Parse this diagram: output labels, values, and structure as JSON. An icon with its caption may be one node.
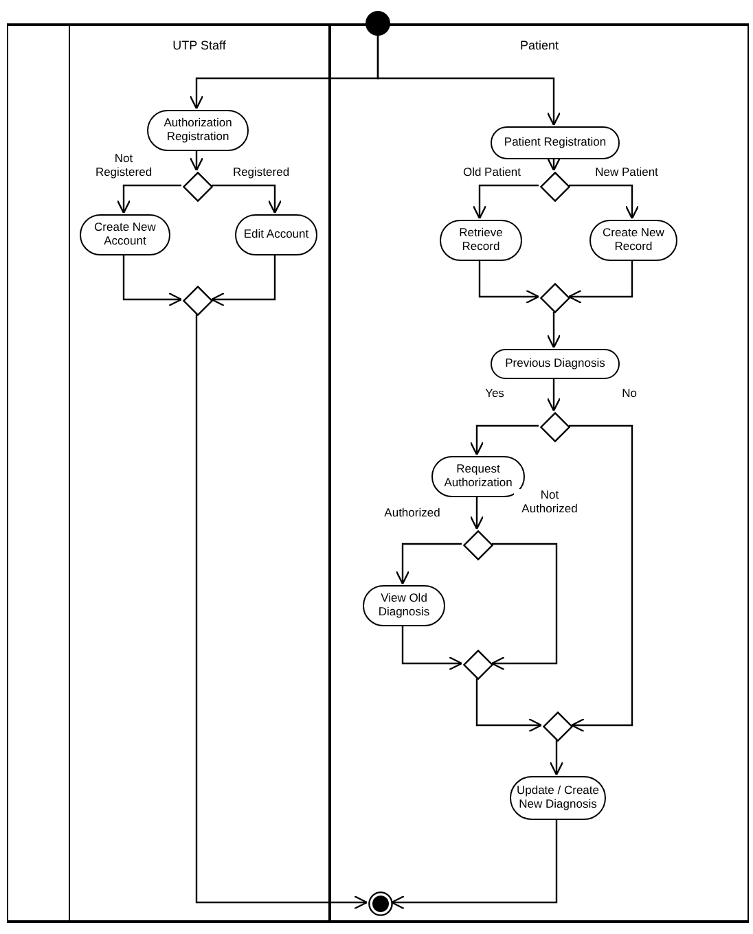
{
  "diagram": {
    "nodes": [
      {
        "text": [
          "UTP Staff"
        ]
      },
      {
        "text": [
          "Patient"
        ]
      },
      {
        "text": [],
        "shape": "circle"
      },
      {
        "text": [
          "Authorization Registration"
        ],
        "in": 0
      },
      {
        "text": [],
        "shape": "diamond",
        "in": 0
      },
      {
        "text": [
          "Create New Account"
        ],
        "in": 0
      },
      {
        "text": [
          "Edit Account"
        ],
        "in": 0
      },
      {
        "text": [],
        "shape": "diamond",
        "in": 0
      },
      {
        "text": [
          "Patient Registration"
        ],
        "in": 1
      },
      {
        "text": [],
        "shape": "diamond",
        "in": 1
      },
      {
        "text": [
          "Retrieve Record"
        ],
        "in": 1
      },
      {
        "text": [
          "Create New Record"
        ],
        "in": 1
      },
      {
        "text": [],
        "shape": "diamond",
        "in": 1
      },
      {
        "text": [
          "Previous Diagnosis"
        ],
        "in": 1
      },
      {
        "text": [],
        "shape": "diamond",
        "in": 1
      },
      {
        "text": [
          "Request Authorization"
        ],
        "in": 1
      },
      {
        "text": [],
        "shape": "diamond",
        "in": 1
      },
      {
        "text": [
          "View Old Diagnosis"
        ],
        "in": 1
      },
      {
        "text": [],
        "shape": "diamond",
        "in": 1
      },
      {
        "text": [],
        "shape": "diamond",
        "in": 1
      },
      {
        "text": [
          "Update / Create New Diagnosis"
        ],
        "in": 1
      },
      {
        "text": [],
        "shape": "circle",
        "in": 1
      }
    ],
    "edges": [
      {
        "from": 2,
        "to": 3,
        "arrow": "to"
      },
      {
        "from": 2,
        "to": 8,
        "arrow": "to"
      },
      {
        "from": 3,
        "to": 4,
        "arrow": "to"
      },
      {
        "from": 4,
        "to": 5,
        "arrow": "to",
        "label": "Not Registered"
      },
      {
        "from": 4,
        "to": 6,
        "arrow": "to",
        "label": "Registered"
      },
      {
        "from": 5,
        "to": 7,
        "arrow": "to"
      },
      {
        "from": 6,
        "to": 7,
        "arrow": "to"
      },
      {
        "from": 7,
        "to": 21,
        "arrow": "to"
      },
      {
        "from": 8,
        "to": 9,
        "arrow": "to"
      },
      {
        "from": 9,
        "to": 10,
        "arrow": "to",
        "label": "Old Patient"
      },
      {
        "from": 9,
        "to": 11,
        "arrow": "to",
        "label": "New Patient"
      },
      {
        "from": 10,
        "to": 12,
        "arrow": "to"
      },
      {
        "from": 11,
        "to": 12,
        "arrow": "to"
      },
      {
        "from": 12,
        "to": 13,
        "arrow": "to"
      },
      {
        "from": 13,
        "to": 14,
        "arrow": "to"
      },
      {
        "from": 14,
        "to": 15,
        "arrow": "to",
        "label": "Yes"
      },
      {
        "from": 14,
        "to": 19,
        "arrow": "to",
        "label": "No"
      },
      {
        "from": 15,
        "to": 16,
        "arrow": "to"
      },
      {
        "from": 16,
        "to": 17,
        "arrow": "to",
        "label": "Authorized"
      },
      {
        "from": 16,
        "to": 18,
        "arrow": "to",
        "label": "Not Authorized"
      },
      {
        "from": 17,
        "to": 18,
        "arrow": "to"
      },
      {
        "from": 18,
        "to": 19,
        "arrow": "to"
      },
      {
        "from": 19,
        "to": 20,
        "arrow": "to"
      },
      {
        "from": 20,
        "to": 21,
        "arrow": "to"
      }
    ]
  }
}
